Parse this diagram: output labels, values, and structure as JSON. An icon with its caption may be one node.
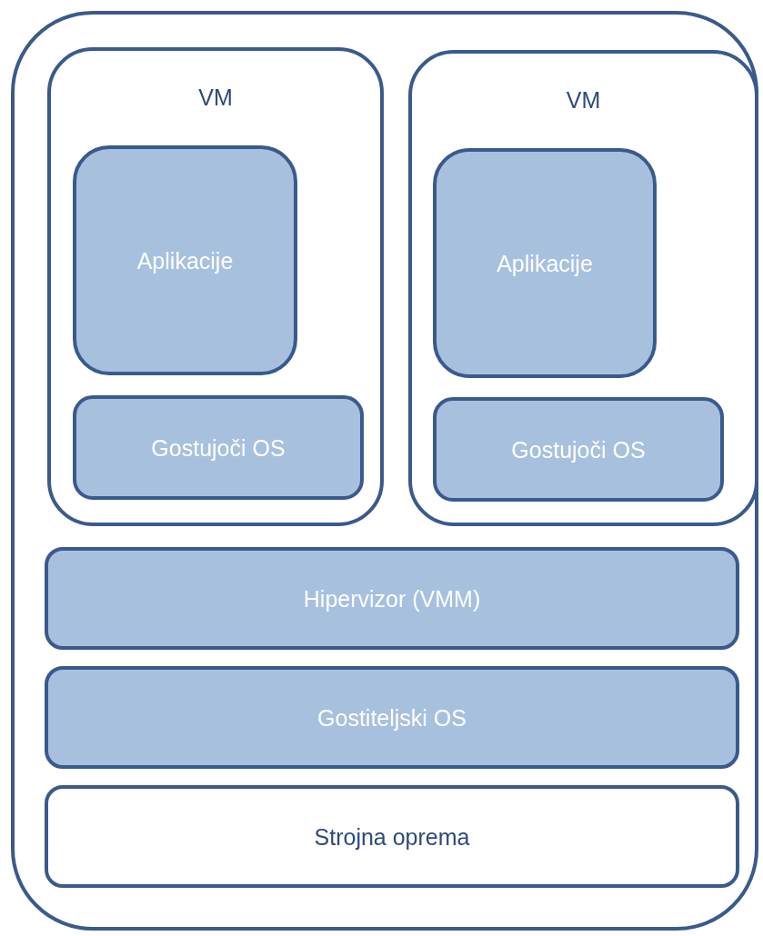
{
  "diagram": {
    "nodes": [
      {
        "text": [],
        "shape": "box"
      },
      {
        "text": [
          "VM"
        ],
        "in": 0
      },
      {
        "text": [
          "Aplikacije"
        ],
        "in": 1
      },
      {
        "text": [
          "Gostujoči OS"
        ],
        "in": 1
      },
      {
        "text": [
          "VM"
        ],
        "in": 0
      },
      {
        "text": [
          "Aplikacije"
        ],
        "in": 4
      },
      {
        "text": [
          "Gostujoči OS"
        ],
        "in": 4
      },
      {
        "text": [
          "Hipervizor (VMM)"
        ],
        "in": 0
      },
      {
        "text": [
          "Gostiteljski OS"
        ],
        "in": 0
      },
      {
        "text": [
          "Strojna oprema"
        ],
        "in": 0
      }
    ]
  }
}
